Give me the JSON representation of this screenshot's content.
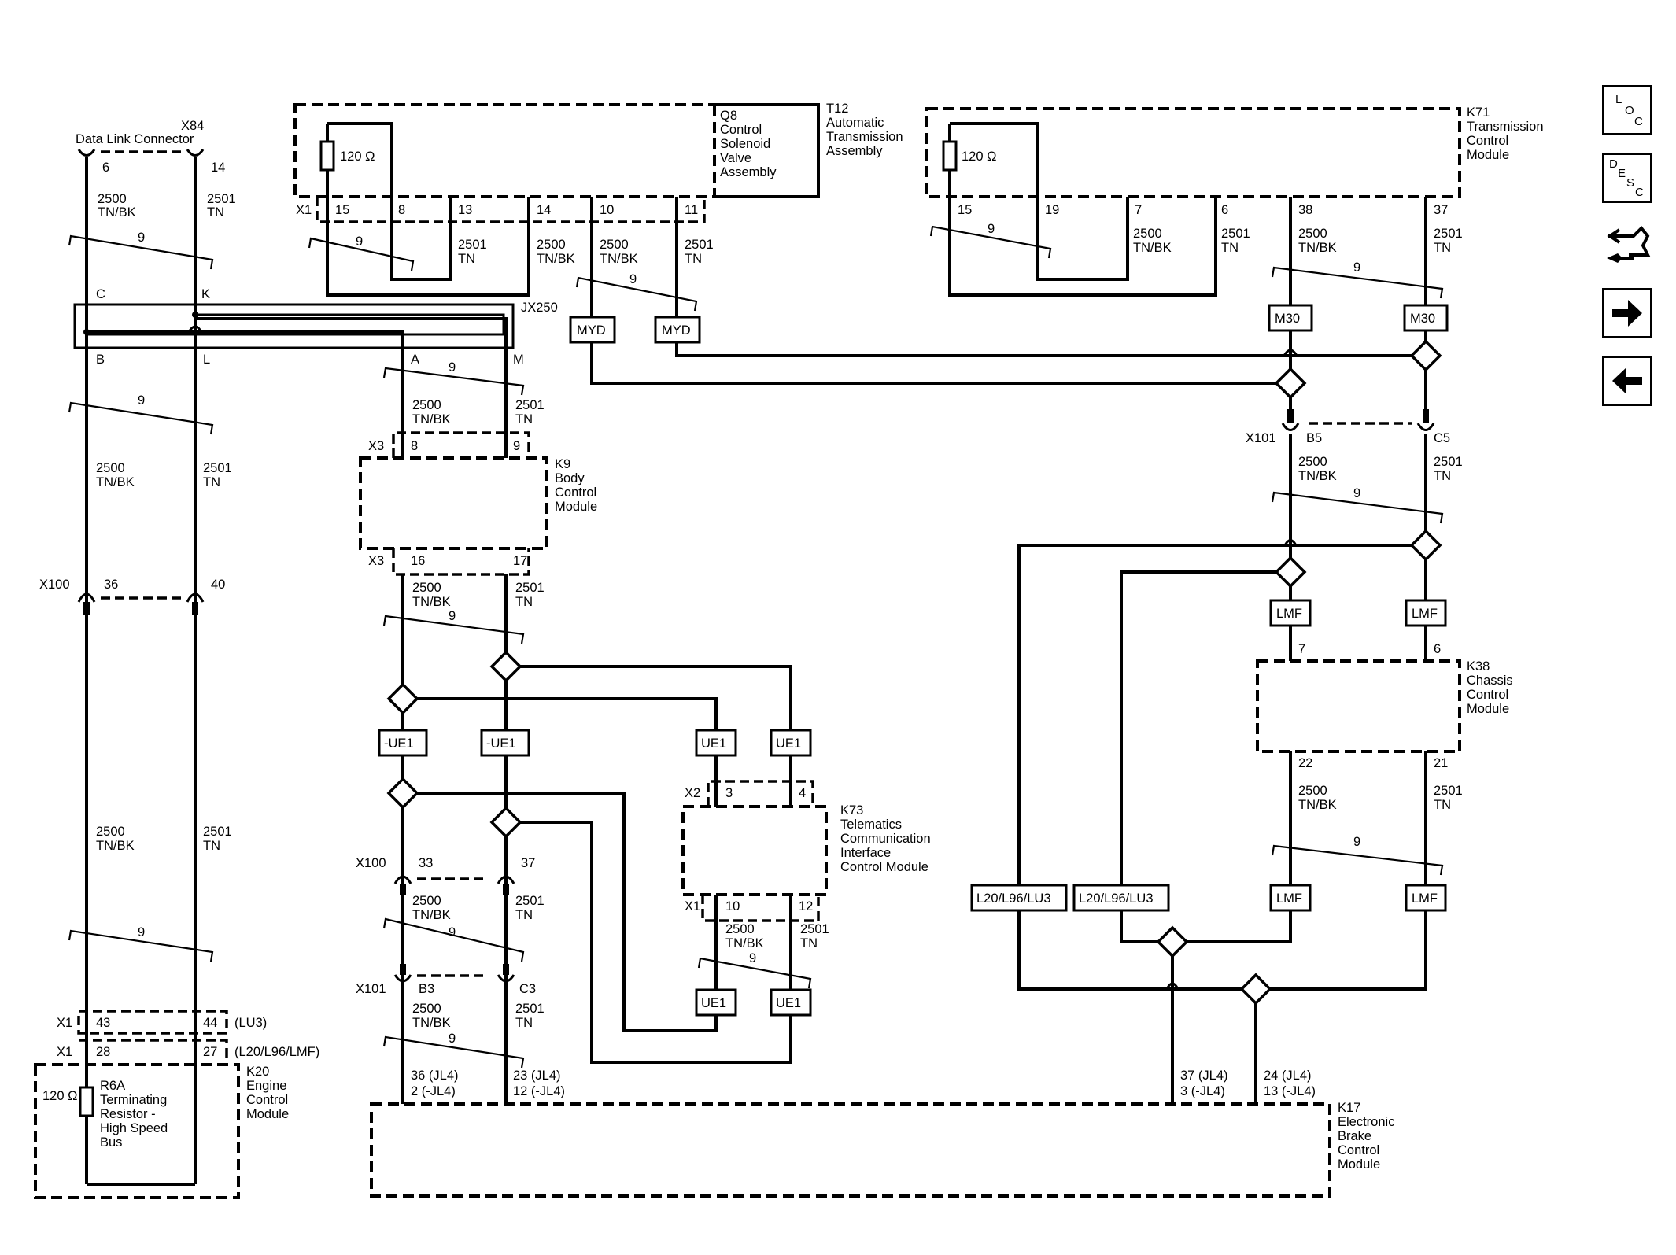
{
  "connectors": {
    "x84": "X84",
    "x84_name": "Data Link Connector",
    "x84_pins": [
      "6",
      "14"
    ],
    "jx250": "JX250",
    "jx250_pins": [
      "C",
      "K",
      "B",
      "L",
      "A",
      "M"
    ],
    "x100": "X100",
    "x100_pins_left": [
      "36",
      "40"
    ],
    "x100_pins_mid": [
      "33",
      "37"
    ],
    "x101": "X101",
    "x101_pins_mid": [
      "B3",
      "C3"
    ],
    "x101_pins_right": [
      "B5",
      "C5"
    ],
    "x1": "X1",
    "x2": "X2",
    "x3": "X3"
  },
  "modules": {
    "t12": [
      "T12",
      "Automatic",
      "Transmission",
      "Assembly"
    ],
    "q8": [
      "Q8",
      "Control",
      "Solenoid",
      "Valve",
      "Assembly"
    ],
    "k71": [
      "K71",
      "Transmission",
      "Control",
      "Module"
    ],
    "k9": [
      "K9",
      "Body",
      "Control",
      "Module"
    ],
    "k73": [
      "K73",
      "Telematics",
      "Communication",
      "Interface",
      "Control Module"
    ],
    "k38": [
      "K38",
      "Chassis",
      "Control",
      "Module"
    ],
    "k20": [
      "K20",
      "Engine",
      "Control",
      "Module"
    ],
    "k17": [
      "K17",
      "Electronic",
      "Brake",
      "Control",
      "Module"
    ],
    "r6a": [
      "R6A",
      "Terminating",
      "Resistor -",
      "High Speed",
      "Bus"
    ]
  },
  "resistor_value": "120 Ω",
  "pins": {
    "t12": [
      "15",
      "8",
      "13",
      "14",
      "10",
      "11"
    ],
    "k71": [
      "15",
      "19",
      "7",
      "6",
      "38",
      "37"
    ],
    "k9_top": [
      "8",
      "9"
    ],
    "k9_bottom": [
      "16",
      "17"
    ],
    "k73_top": [
      "3",
      "4"
    ],
    "k73_bottom": [
      "10",
      "12"
    ],
    "k38_top": [
      "7",
      "6"
    ],
    "k38_bottom": [
      "22",
      "21"
    ],
    "k20_lu3": [
      "43",
      "44"
    ],
    "k20_l20": [
      "28",
      "27"
    ],
    "k17": [
      "36 (JL4)",
      "2 (-JL4)",
      "23 (JL4)",
      "12 (-JL4)",
      "37 (JL4)",
      "3 (-JL4)",
      "24 (JL4)",
      "13 (-JL4)"
    ]
  },
  "options": {
    "lu3": "(LU3)",
    "l20": "(L20/L96/LMF)",
    "myd": "MYD",
    "m30": "M30",
    "lmf": "LMF",
    "ue1": "UE1",
    "not_ue1": "-UE1",
    "l20_l96_lu3": "L20/L96/LU3"
  },
  "wires": {
    "circuit_lo": "2500",
    "circuit_hi": "2501",
    "color_lo": "TN/BK",
    "color_hi": "TN",
    "twist": "9"
  },
  "nav": {
    "loc": [
      "L",
      "O",
      "C"
    ],
    "desc": [
      "D",
      "E",
      "S",
      "C"
    ],
    "items": [
      "loc-button",
      "desc-button",
      "harness-button",
      "next-button",
      "back-button"
    ]
  }
}
